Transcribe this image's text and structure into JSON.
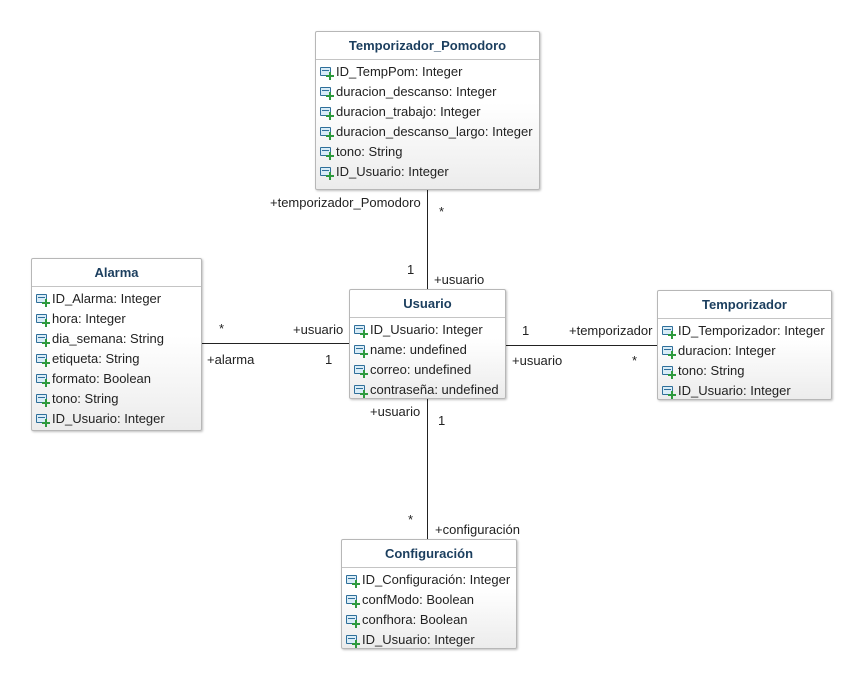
{
  "classes": {
    "pomodoro": {
      "title": "Temporizador_Pomodoro",
      "attributes": [
        "ID_TempPom: Integer",
        "duracion_descanso: Integer",
        "duracion_trabajo: Integer",
        "duracion_descanso_largo: Integer",
        "tono: String",
        "ID_Usuario: Integer"
      ]
    },
    "alarma": {
      "title": "Alarma",
      "attributes": [
        "ID_Alarma: Integer",
        "hora: Integer",
        "dia_semana: String",
        "etiqueta: String",
        "formato: Boolean",
        "tono: String",
        "ID_Usuario: Integer"
      ]
    },
    "usuario": {
      "title": "Usuario",
      "attributes": [
        "ID_Usuario: Integer",
        "name: undefined",
        "correo: undefined",
        "contraseña: undefined"
      ]
    },
    "temporizador": {
      "title": "Temporizador",
      "attributes": [
        "ID_Temporizador: Integer",
        "duracion: Integer",
        "tono: String",
        "ID_Usuario: Integer"
      ]
    },
    "configuracion": {
      "title": "Configuración",
      "attributes": [
        "ID_Configuración: Integer",
        "confModo: Boolean",
        "confhora: Boolean",
        "ID_Usuario: Integer"
      ]
    }
  },
  "associations": {
    "pomodoro_usuario": {
      "role_pomodoro": "+temporizador_Pomodoro",
      "mult_pomodoro": "*",
      "mult_usuario": "1",
      "role_usuario": "+usuario"
    },
    "alarma_usuario": {
      "mult_alarma": "*",
      "role_usuario": "+usuario",
      "role_alarma": "+alarma",
      "mult_usuario": "1"
    },
    "usuario_temporizador": {
      "mult_usuario": "1",
      "role_temporizador": "+temporizador",
      "role_usuario": "+usuario",
      "mult_temporizador": "*"
    },
    "usuario_configuracion": {
      "role_usuario": "+usuario",
      "mult_usuario": "1",
      "mult_configuracion": "*",
      "role_configuracion": "+configuración"
    }
  },
  "colors": {
    "title_text": "#1b3e5e",
    "box_border": "#b7b7b7",
    "connector": "#222222",
    "attribute_icon": "#2f6f9a",
    "attribute_plus": "#2e9a3e"
  },
  "icons": {
    "attribute": "class-attribute-public-icon"
  }
}
